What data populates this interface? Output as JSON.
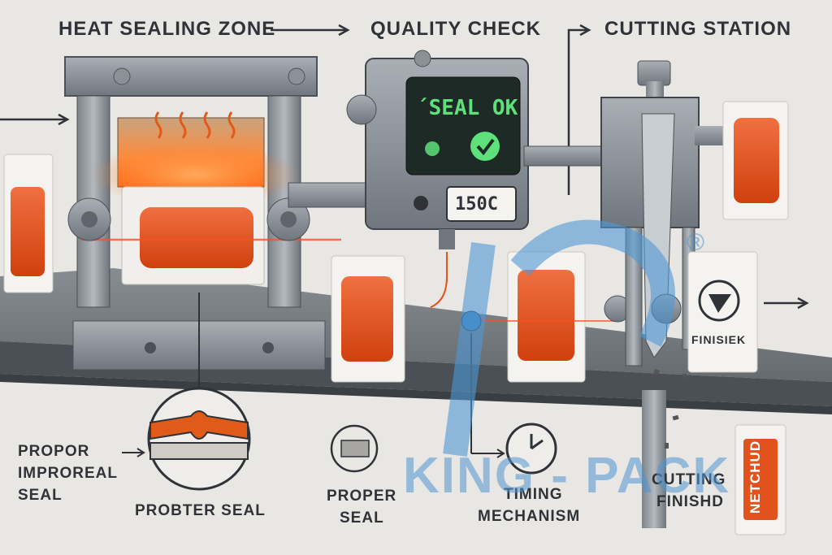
{
  "headers": {
    "heat_sealing_zone": "HEAT SEALING ZONE",
    "quality_check": "QUALITY CHECK",
    "cutting_station": "CUTTING STATION"
  },
  "display": {
    "status": "´SEAL OK",
    "temperature": "150C"
  },
  "labels": {
    "propor": "PROPOR",
    "improreal": "IMPROREAL",
    "seal": "SEAL",
    "probter_seal": "PROBTER SEAL",
    "proper": "PROPER",
    "proper_seal": "SEAL",
    "timing": "TIMING",
    "mechanism": "MECHANISM",
    "cutting": "CUTTING",
    "finishd": "FINISHD"
  },
  "packets": {
    "finished_text": "FINISIEK",
    "ketchup_text": "NETCHUD"
  },
  "watermark": {
    "brand": "KING - PACK",
    "registered": "®"
  },
  "colors": {
    "sauce": "#e2521c",
    "heat_glow": "#ff7a2a",
    "lcd_green": "#5ee07a",
    "machine_steel": "#8e959c",
    "watermark_blue": "#4f97d4"
  }
}
